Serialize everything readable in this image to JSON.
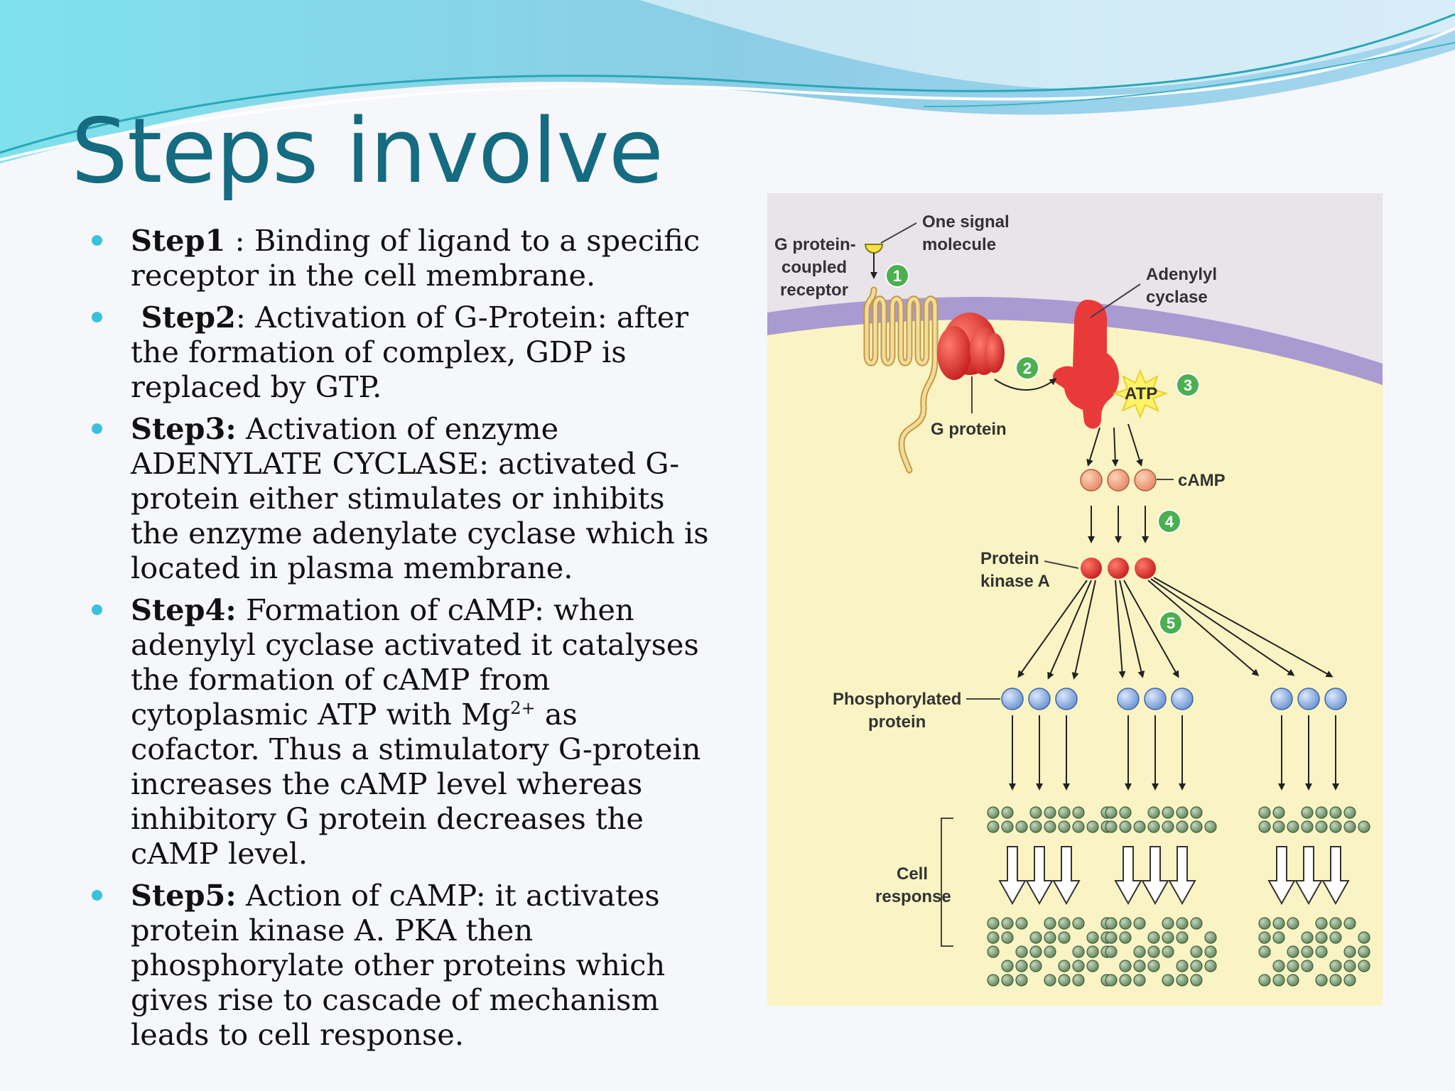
{
  "title": "Steps involve",
  "steps": [
    {
      "label": "Step1",
      "sep": " : ",
      "text": "Binding of ligand to a specific receptor in the cell membrane."
    },
    {
      "label": " Step2",
      "sep": ": ",
      "text": "Activation of G-Protein:  after the formation of  complex, GDP is replaced by GTP."
    },
    {
      "label": "Step3:",
      "sep": " ",
      "text": "Activation of enzyme ADENYLATE CYCLASE: activated G-protein either stimulates or inhibits the enzyme adenylate cyclase which is located in plasma membrane."
    },
    {
      "label": "Step4:",
      "sep": " ",
      "text": "Formation of cAMP: when adenylyl  cyclase activated it catalyses the formation of cAMP from cytoplasmic ATP with Mg",
      "sup": "2+",
      "text2": " as cofactor. Thus a stimulatory G-protein increases the cAMP level whereas inhibitory G protein decreases the cAMP level."
    },
    {
      "label": "Step5:",
      "sep": " ",
      "text": "Action of cAMP: it activates protein kinase A. PKA then phosphorylate other proteins which gives rise to cascade of  mechanism leads to cell response."
    }
  ],
  "diagram": {
    "labels": {
      "gpcr_1": "G protein-",
      "gpcr_2": "coupled",
      "gpcr_3": "receptor",
      "signal_1": "One signal",
      "signal_2": "molecule",
      "adenylyl_1": "Adenylyl",
      "adenylyl_2": "cyclase",
      "atp": "ATP",
      "gprotein": "G protein",
      "camp": "cAMP",
      "pka_1": "Protein",
      "pka_2": "kinase A",
      "phos_1": "Phosphorylated",
      "phos_2": "protein",
      "cell_1": "Cell",
      "cell_2": "response"
    },
    "step_numbers": [
      "1",
      "2",
      "3",
      "4",
      "5"
    ],
    "colors": {
      "panel": "#faf4c4",
      "top": "#e9e3ea",
      "membrane": "#a99ad2",
      "receptor": "#e9c87a",
      "gprotein": "#e03a3a",
      "camp": "#f1a988",
      "pka": "#d82e2e",
      "phos": "#8aaee0",
      "response": "#7f9f78",
      "badge": "#4caf50"
    }
  }
}
